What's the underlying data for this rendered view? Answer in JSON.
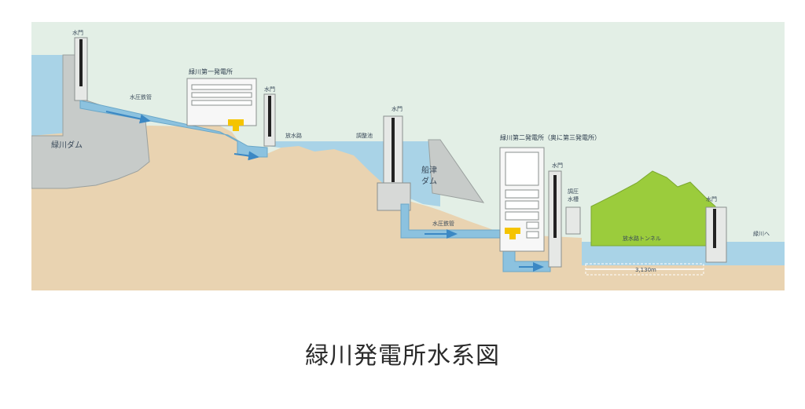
{
  "caption": "緑川発電所水系図",
  "colors": {
    "sky": "#e3efe6",
    "ground": "#e9d3b1",
    "water": "#a9d3e7",
    "penstock": "#8cc2df",
    "building": "#f7f7f7",
    "mountain": "#9bcc3c",
    "turbine": "#f5c400",
    "flow_arrow": "#3b88c4"
  },
  "labels": {
    "gate_1": "水門",
    "dam_1": "緑川ダム",
    "penstock_1": "水圧鉄管",
    "station_1": "緑川第一発電所",
    "gate_2": "水門",
    "tailrace_1": "放水路",
    "regulating_pond": "調整池",
    "gate_3": "水門",
    "dam_2_line1": "船津",
    "dam_2_line2": "ダム",
    "station_2": "緑川第二発電所（奥に第三発電所）",
    "gate_4": "水門",
    "surge_tank_line1": "調圧",
    "surge_tank_line2": "水槽",
    "penstock_2": "水圧鉄管",
    "tunnel": "放水路トンネル",
    "gate_5": "水門",
    "outlet": "緑川へ",
    "tunnel_length": "3,130m"
  }
}
